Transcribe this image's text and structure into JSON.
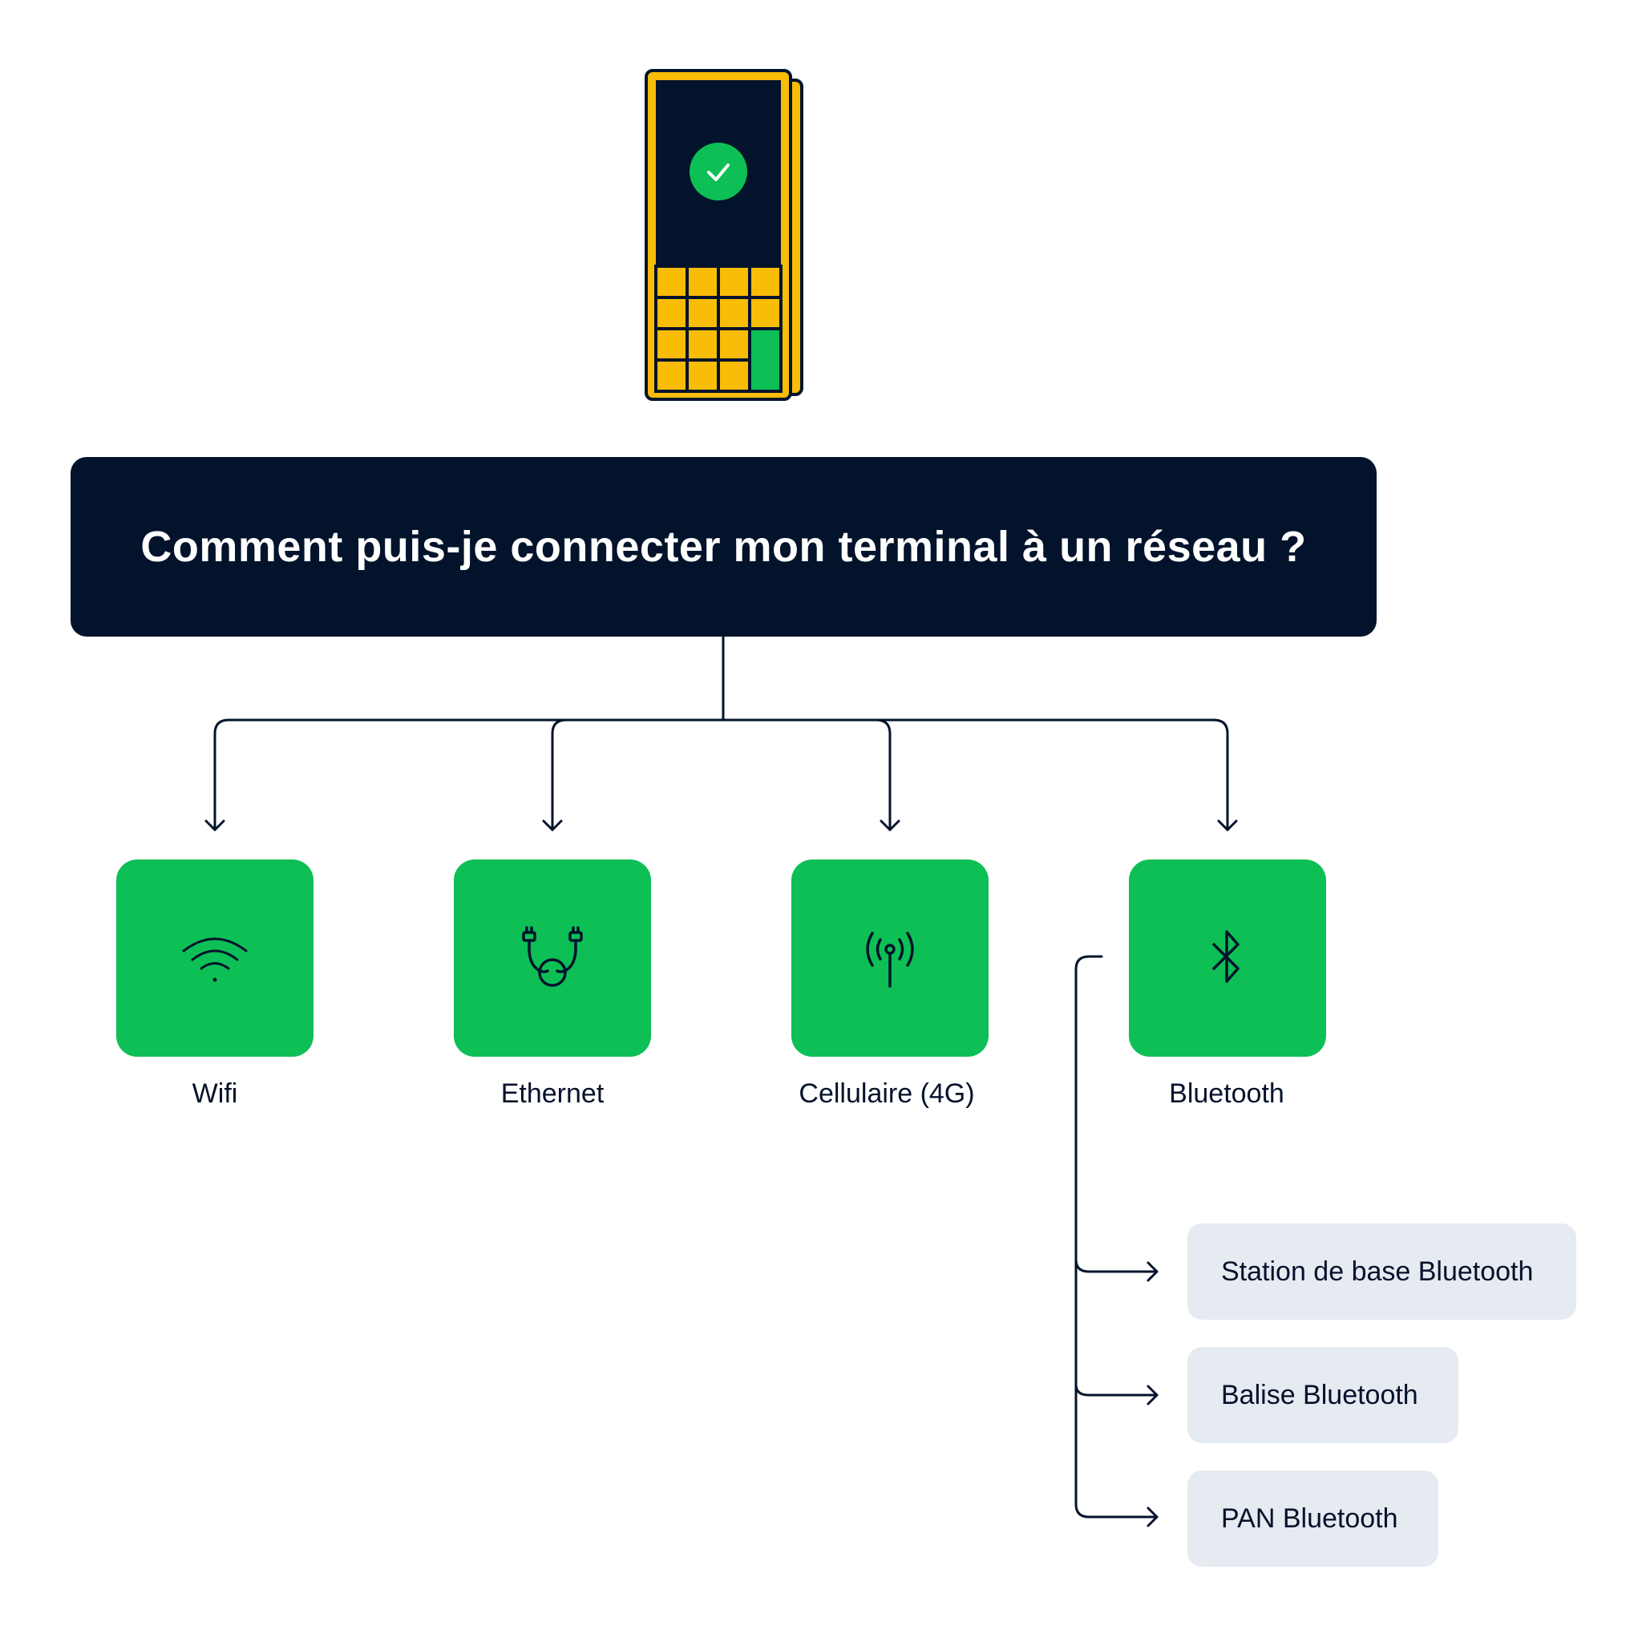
{
  "question": "Comment puis-je connecter mon terminal à un réseau ?",
  "colors": {
    "navy": "#02132b",
    "green": "#0dbf55",
    "yellow": "#f9bc07",
    "light_gray": "#e6eaf1"
  },
  "terminal": {
    "icon": "payment-terminal-icon",
    "status_icon": "check-icon"
  },
  "options": [
    {
      "label": "Wifi",
      "icon": "wifi-icon"
    },
    {
      "label": "Ethernet",
      "icon": "ethernet-cable-icon"
    },
    {
      "label": "Cellulaire (4G)",
      "icon": "antenna-icon"
    },
    {
      "label": "Bluetooth",
      "icon": "bluetooth-icon"
    }
  ],
  "bluetooth_options": [
    {
      "label": "Station de base Bluetooth"
    },
    {
      "label": "Balise Bluetooth"
    },
    {
      "label": "PAN Bluetooth"
    }
  ]
}
